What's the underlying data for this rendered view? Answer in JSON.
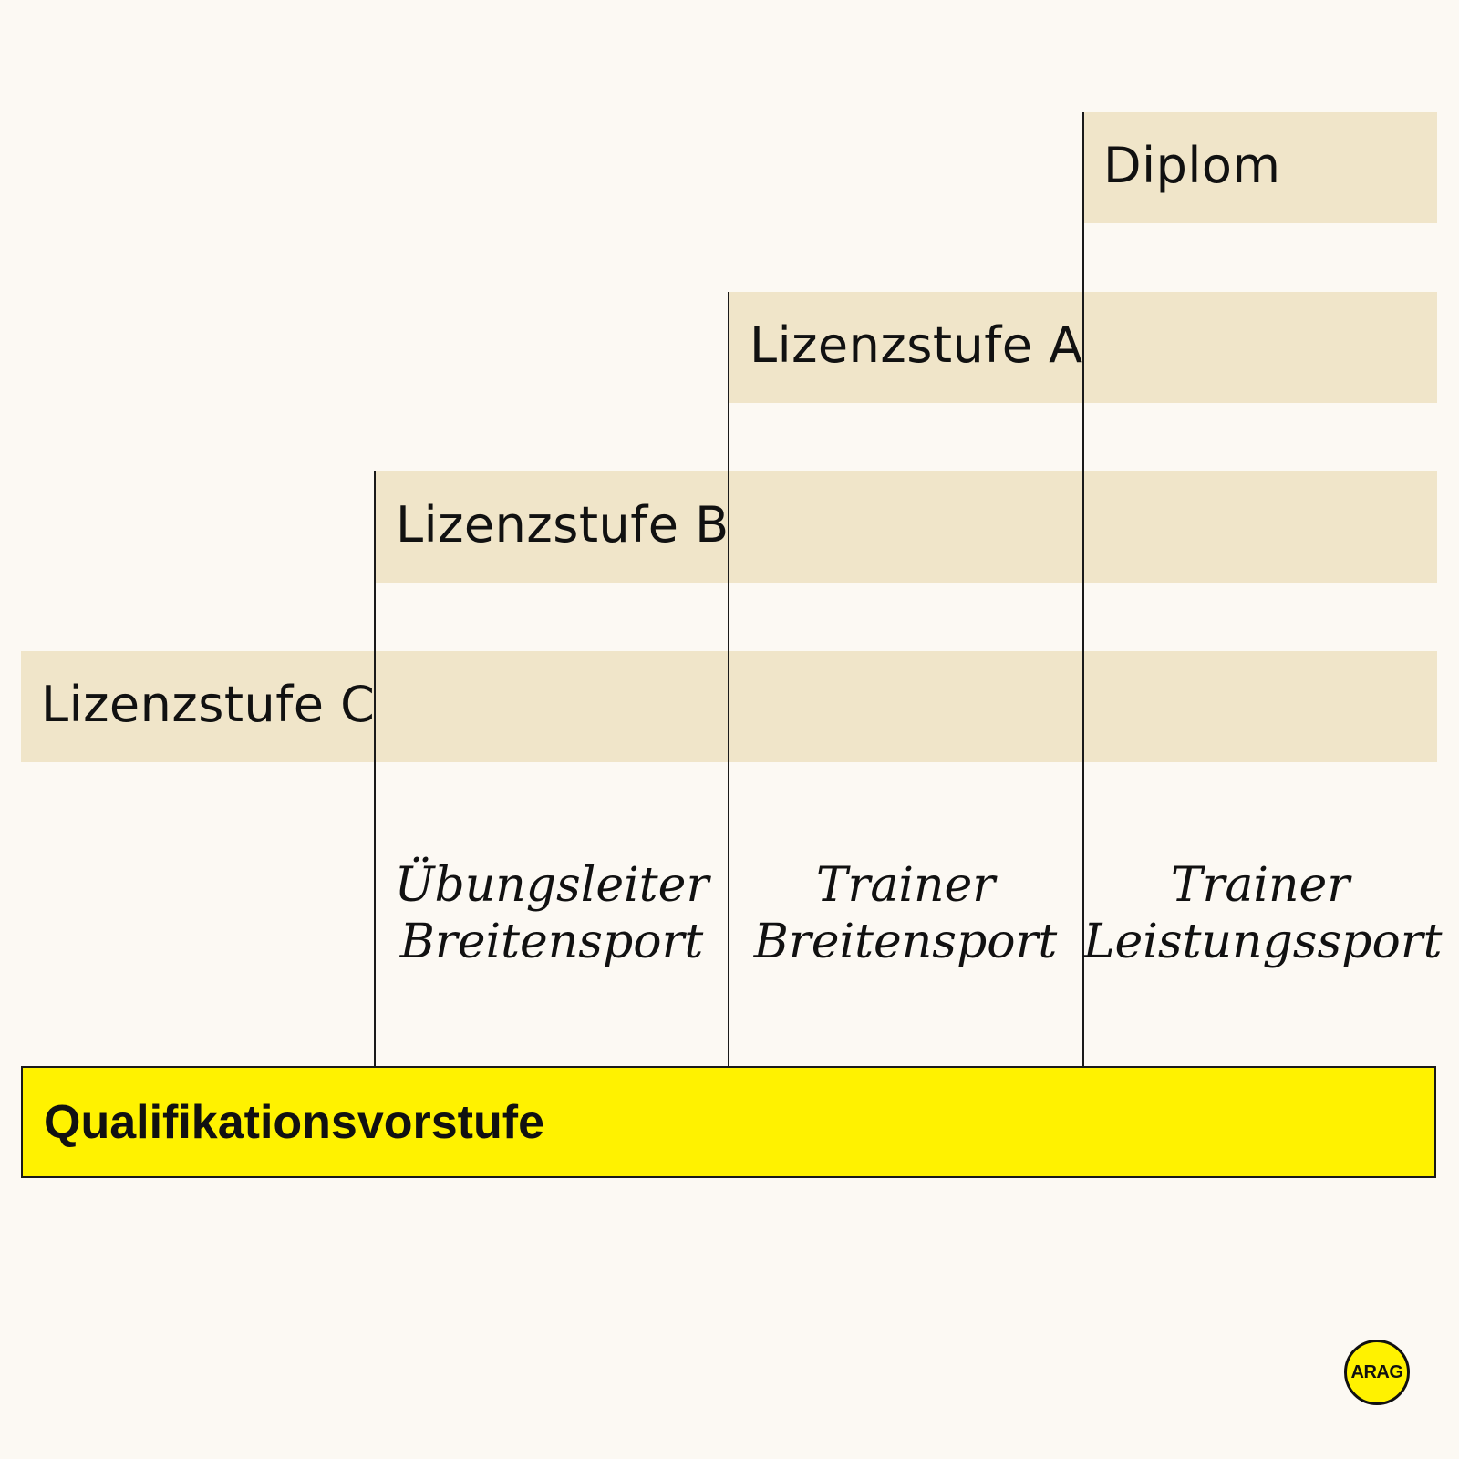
{
  "levels": {
    "diplom": "Diplom",
    "lizenz_a": "Lizenzstufe A",
    "lizenz_b": "Lizenzstufe B",
    "lizenz_c": "Lizenzstufe C"
  },
  "tracks": [
    {
      "line1": "Übungsleiter",
      "line2": "Breitensport"
    },
    {
      "line1": "Trainer",
      "line2": "Breitensport"
    },
    {
      "line1": "Trainer",
      "line2": "Leistungssport"
    }
  ],
  "base": {
    "label": "Qualifikationsvorstufe"
  },
  "logo": {
    "text": "ARAG"
  },
  "colors": {
    "background": "#fcf9f3",
    "band": "#f0e5c9",
    "accent_yellow": "#fff200",
    "ink": "#111111"
  }
}
